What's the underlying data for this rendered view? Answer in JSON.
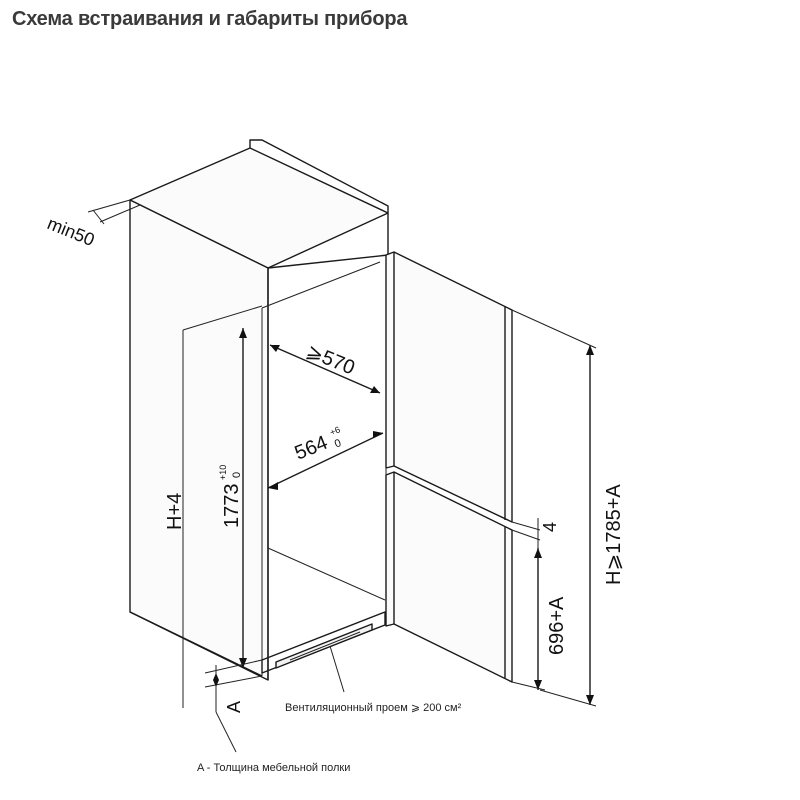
{
  "title": "Схема встраивания и габариты прибора",
  "dims": {
    "min_clearance": "min50",
    "depth_min": "⩾570",
    "depth_inner": "564",
    "depth_inner_tol_upper": "+6",
    "depth_inner_tol_lower": "0",
    "height_h4": "H+4",
    "height_niche": "1773",
    "height_niche_tol_upper": "+10",
    "height_niche_tol_lower": "0",
    "door_gap": "4",
    "lower_door": "696+A",
    "total_height": "H⩾1785+A",
    "shelf_a": "A"
  },
  "labels": {
    "ventilation": "Вентиляционный проем ⩾ 200 см²",
    "legend_a": "A - Толщина мебельной полки"
  }
}
